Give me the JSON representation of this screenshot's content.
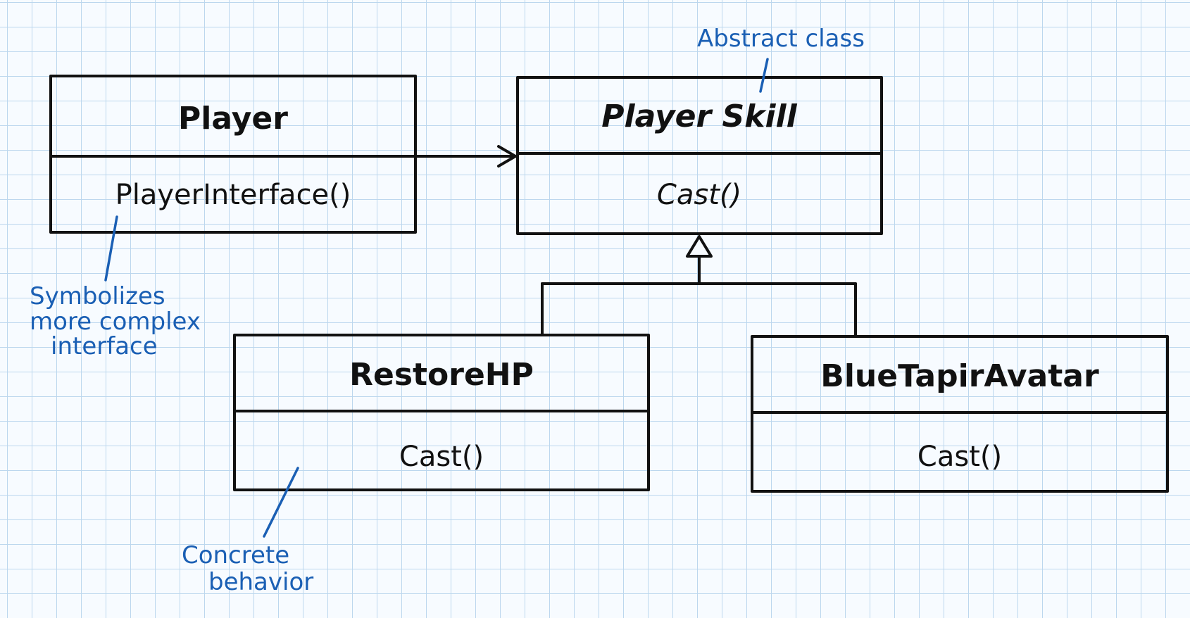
{
  "classes": {
    "player": {
      "name": "Player",
      "method": "PlayerInterface()"
    },
    "player_skill": {
      "name": "Player Skill",
      "method": "Cast()"
    },
    "restore_hp": {
      "name": "RestoreHP",
      "method": "Cast()"
    },
    "blue_tapir_avatar": {
      "name": "BlueTapirAvatar",
      "method": "Cast()"
    }
  },
  "notes": {
    "abstract_class": "Abstract class",
    "symbolizes": [
      "Symbolizes",
      "more complex",
      "interface"
    ],
    "concrete": [
      "Concrete",
      "behavior"
    ]
  },
  "colors": {
    "ink": "#111111",
    "note": "#1a5fb4",
    "grid": "#bcd7ee",
    "paper": "#f7fbff"
  }
}
